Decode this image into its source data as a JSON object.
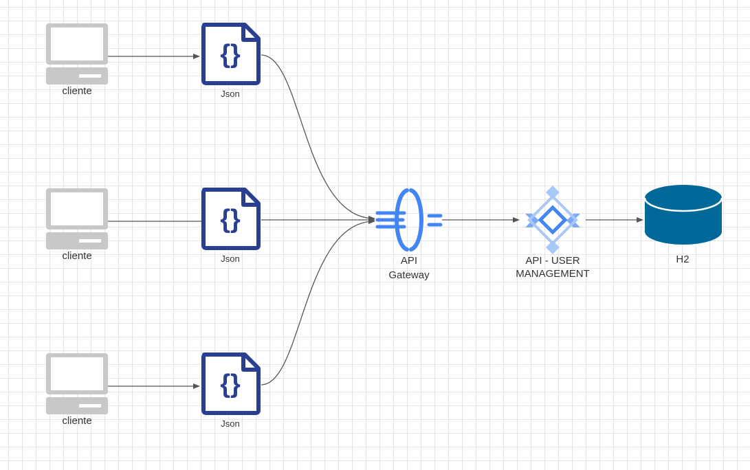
{
  "clients": [
    {
      "label": "cliente"
    },
    {
      "label": "cliente"
    },
    {
      "label": "cliente"
    }
  ],
  "json_docs": [
    {
      "label": "Json"
    },
    {
      "label": "Json"
    },
    {
      "label": "Json"
    }
  ],
  "gateway": {
    "label_line1": "API",
    "label_line2": "Gateway"
  },
  "user_management": {
    "label_line1": "API - USER",
    "label_line2": "MANAGEMENT"
  },
  "database": {
    "label": "H2"
  },
  "colors": {
    "client_gray": "#c8c8c8",
    "json_navy": "#2a3f8f",
    "gateway_blue": "#4285f4",
    "gateway_light_blue": "#7baaf7",
    "db_teal": "#00699a",
    "arrow": "#555555"
  },
  "icons": {
    "client": "computer-icon",
    "json": "json-file-icon",
    "gateway": "api-gateway-icon",
    "user_management": "endpoints-icon",
    "database": "database-icon"
  }
}
